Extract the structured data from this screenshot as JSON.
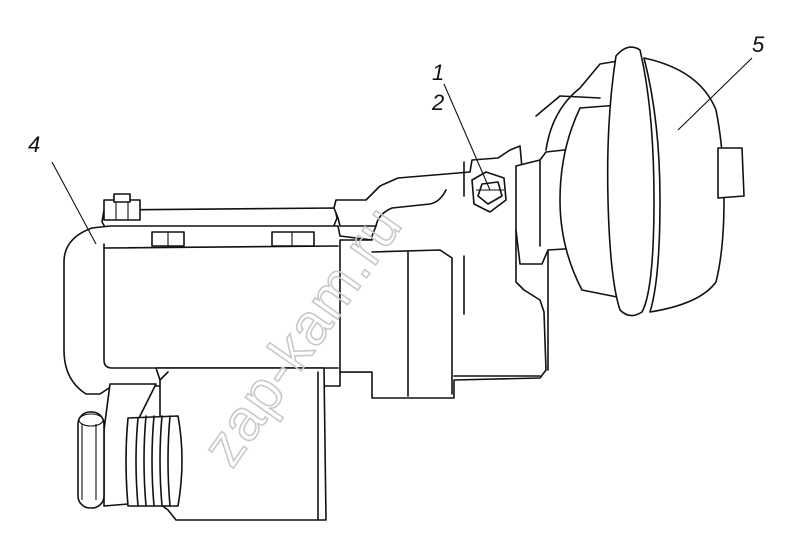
{
  "callouts": {
    "c1": "1",
    "c2": "2",
    "c4": "4",
    "c5": "5"
  },
  "watermark": "zap-kam.ru",
  "colors": {
    "ink": "#111111",
    "watermark": "#c9c9c9",
    "background": "#ffffff"
  }
}
